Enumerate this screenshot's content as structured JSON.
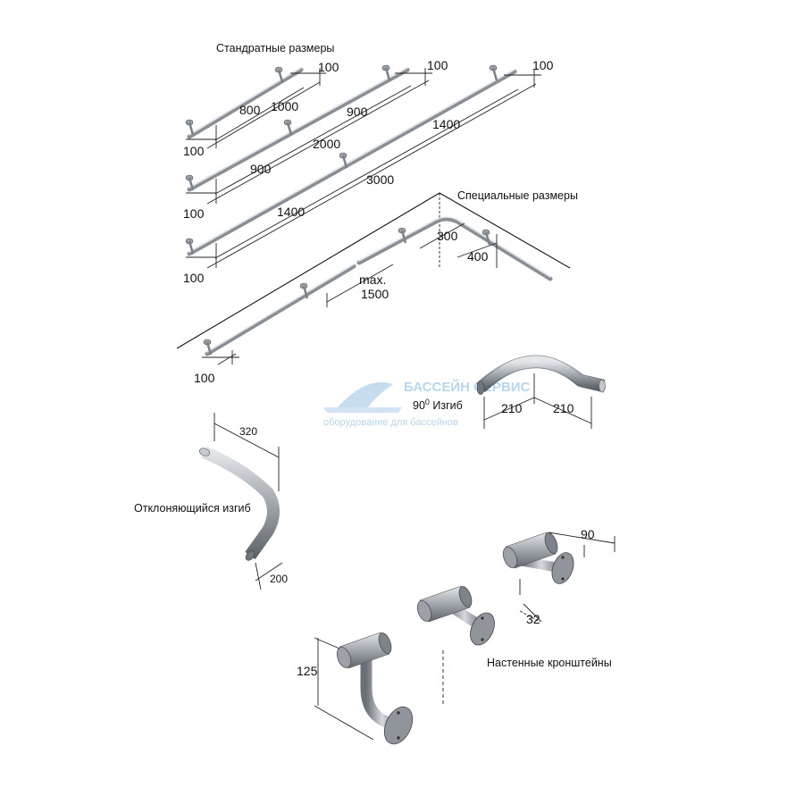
{
  "labels": {
    "standard": "Стандратные размеры",
    "special": "Специальные размеры",
    "bend90_pre": "90",
    "bend90_sup": "0",
    "bend90_post": " Изгиб",
    "offset_bend": "Отклоняющийся изгиб",
    "brackets": "Настенные кронштейны"
  },
  "watermark": {
    "line1": "БАССЕЙН СЕРВИС",
    "line2": "оборудование для бассейнов"
  },
  "standard_dims": {
    "r1_end_left": "100",
    "r1_end_right": "100",
    "r1_span": "800",
    "r1_total": "1000",
    "r2_end_left": "100",
    "r2_end_right": "100",
    "r2_span_a": "900",
    "r2_span_b": "900",
    "r2_total": "2000",
    "r3_end_left": "100",
    "r3_end_right": "100",
    "r3_span_a": "1400",
    "r3_span_b": "1400",
    "r3_total": "3000"
  },
  "special_dims": {
    "corner": "300",
    "side": "400",
    "max_label": "max.",
    "max_value": "1500",
    "end": "100"
  },
  "bend_dims": {
    "b90_a": "210",
    "b90_b": "210",
    "offset_width": "320",
    "offset_leg": "200"
  },
  "bracket_dims": {
    "height": "125",
    "depth": "90",
    "diameter": "32"
  },
  "colors": {
    "rail": "#8a8f96",
    "line": "#222222",
    "watermark": "#7fb3dc"
  }
}
